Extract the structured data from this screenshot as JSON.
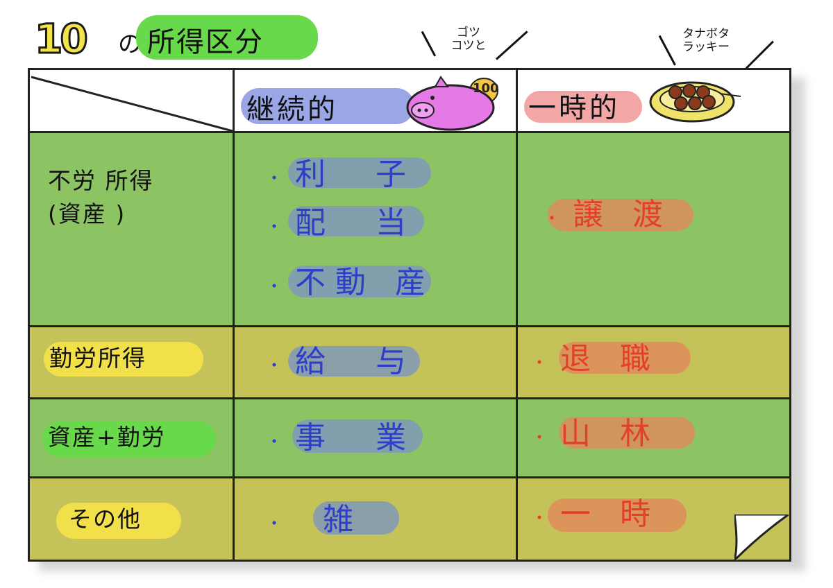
{
  "title": {
    "number": "10",
    "particle": "の",
    "text": "所得区分"
  },
  "annotations": {
    "continuous": [
      "ゴツ",
      "コツと"
    ],
    "temporary": [
      "タナボタ",
      "ラッキー"
    ]
  },
  "headers": {
    "continuous": "継続的",
    "temporary": "一時的",
    "coin": "100"
  },
  "rows": [
    {
      "label_lines": [
        "不労 所得",
        "(資産 )"
      ],
      "continuous": [
        "利　子",
        "配　当",
        "不動 産"
      ],
      "temporary": [
        "譲 渡"
      ]
    },
    {
      "label_lines": [
        "勤労所得"
      ],
      "continuous": [
        "給　与"
      ],
      "temporary": [
        "退 職"
      ]
    },
    {
      "label_lines": [
        "資産+勤労"
      ],
      "continuous": [
        "事　業"
      ],
      "temporary": [
        "山 林"
      ]
    },
    {
      "label_lines": [
        "その他"
      ],
      "continuous": [
        "雑"
      ],
      "temporary": [
        "一 時"
      ]
    }
  ],
  "colors": {
    "green": "#8cc463",
    "olive": "#c6c25a",
    "label_green": "#67d94a",
    "label_yellow": "#f1e04a",
    "head_blue": "#9aa6e6",
    "head_pink": "#f3a6a6",
    "pig": "#e57ae6",
    "coin": "#f5c542"
  }
}
